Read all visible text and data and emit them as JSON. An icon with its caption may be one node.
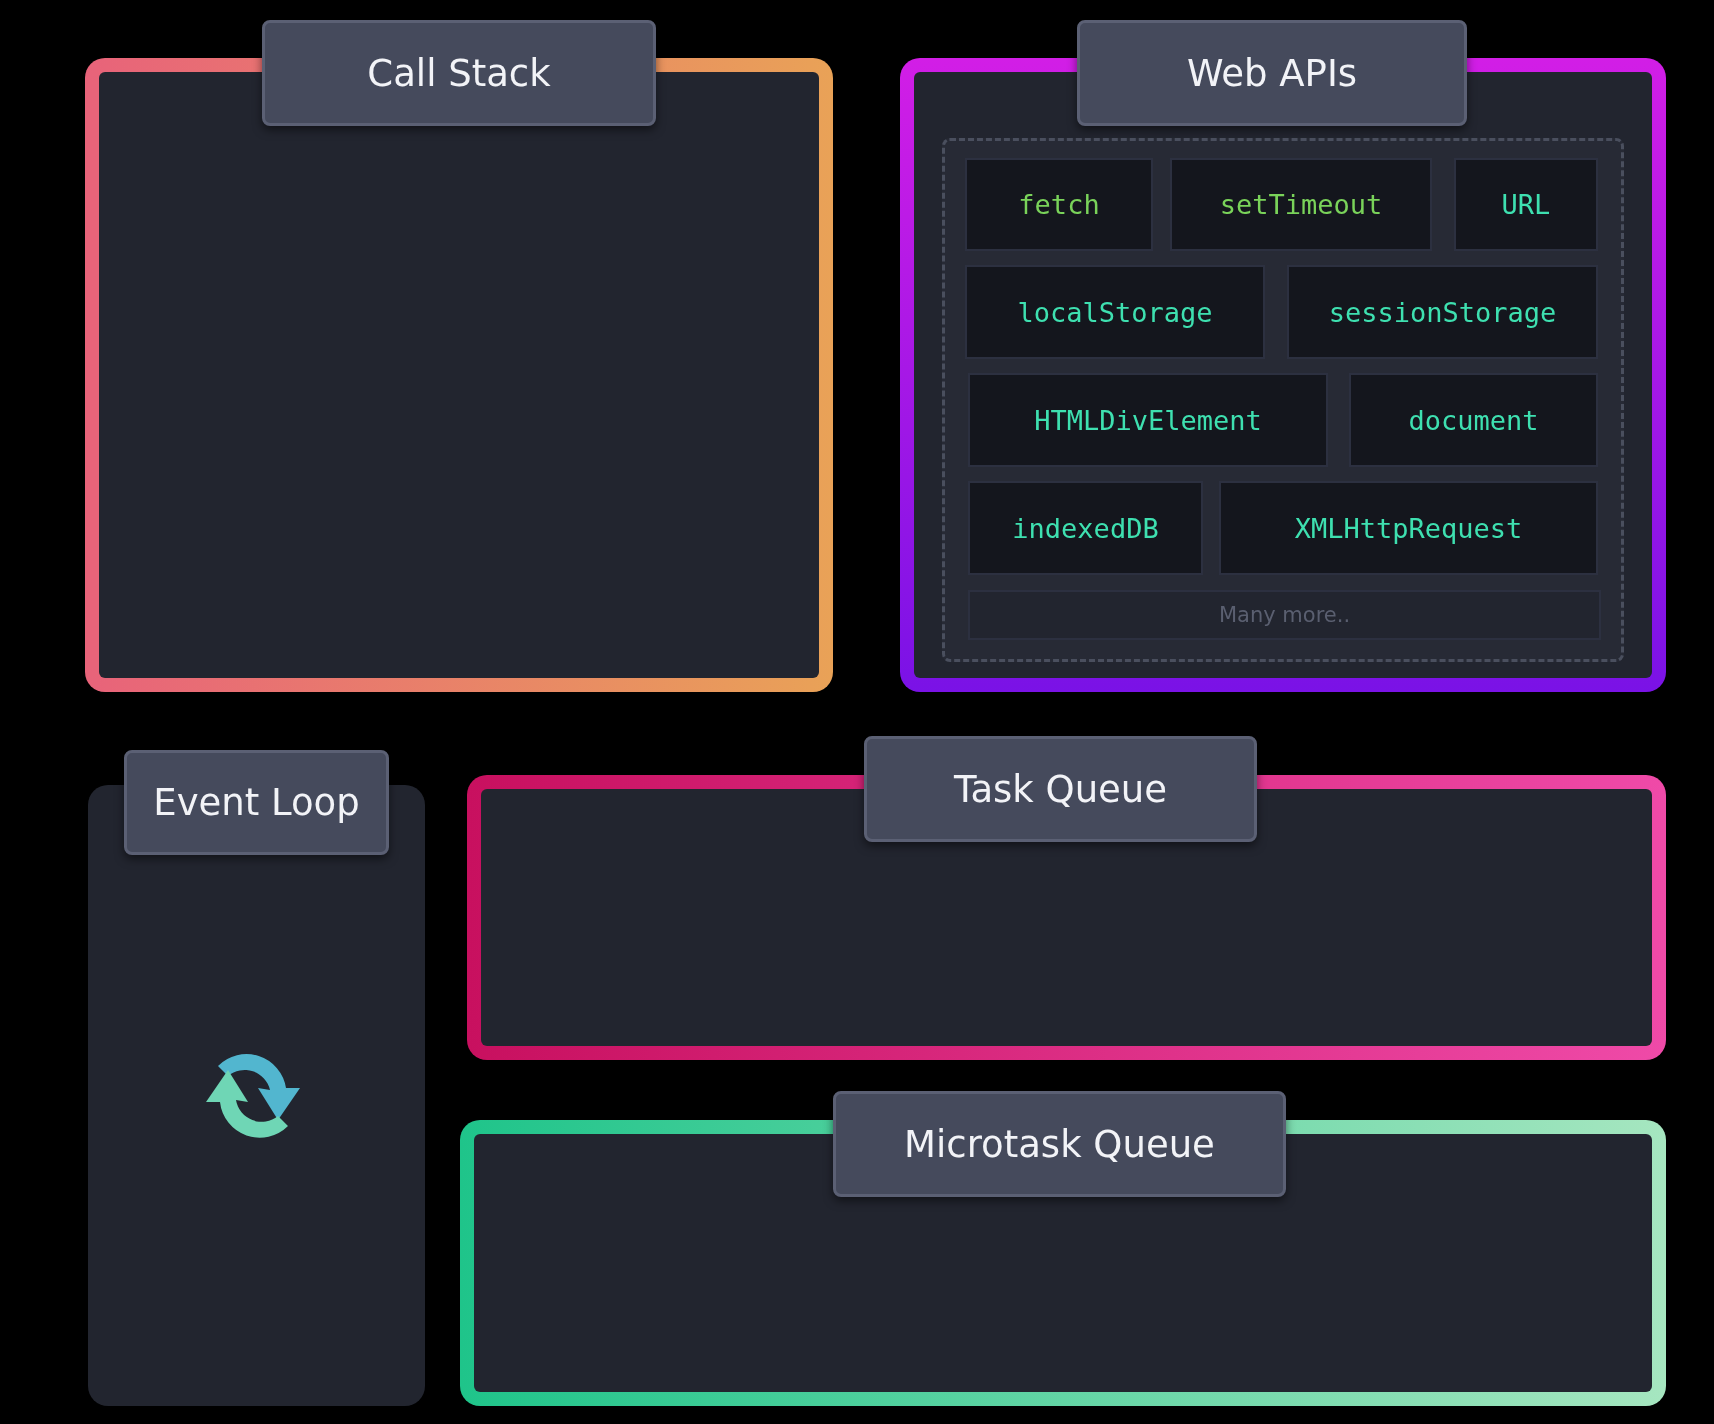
{
  "diagram": {
    "nodes": [
      {
        "text": [
          "Call Stack"
        ]
      },
      {
        "text": [
          "Web APIs"
        ]
      },
      {
        "text": [],
        "shape": "box",
        "in": 1
      },
      {
        "text": [
          "fetch"
        ],
        "in": 2
      },
      {
        "text": [
          "setTimeout"
        ],
        "in": 2
      },
      {
        "text": [
          "URL"
        ],
        "in": 2
      },
      {
        "text": [
          "localStorage"
        ],
        "in": 2
      },
      {
        "text": [
          "sessionStorage"
        ],
        "in": 2
      },
      {
        "text": [
          "HTMLDivElement"
        ],
        "in": 2
      },
      {
        "text": [
          "document"
        ],
        "in": 2
      },
      {
        "text": [
          "indexedDB"
        ],
        "in": 2
      },
      {
        "text": [
          "XMLHttpRequest"
        ],
        "in": 2
      },
      {
        "text": [
          "Many more.."
        ],
        "in": 2
      },
      {
        "text": [
          "Event Loop"
        ]
      },
      {
        "text": [
          "Task Queue"
        ]
      },
      {
        "text": [
          "Microtask Queue"
        ]
      }
    ],
    "edges": []
  }
}
